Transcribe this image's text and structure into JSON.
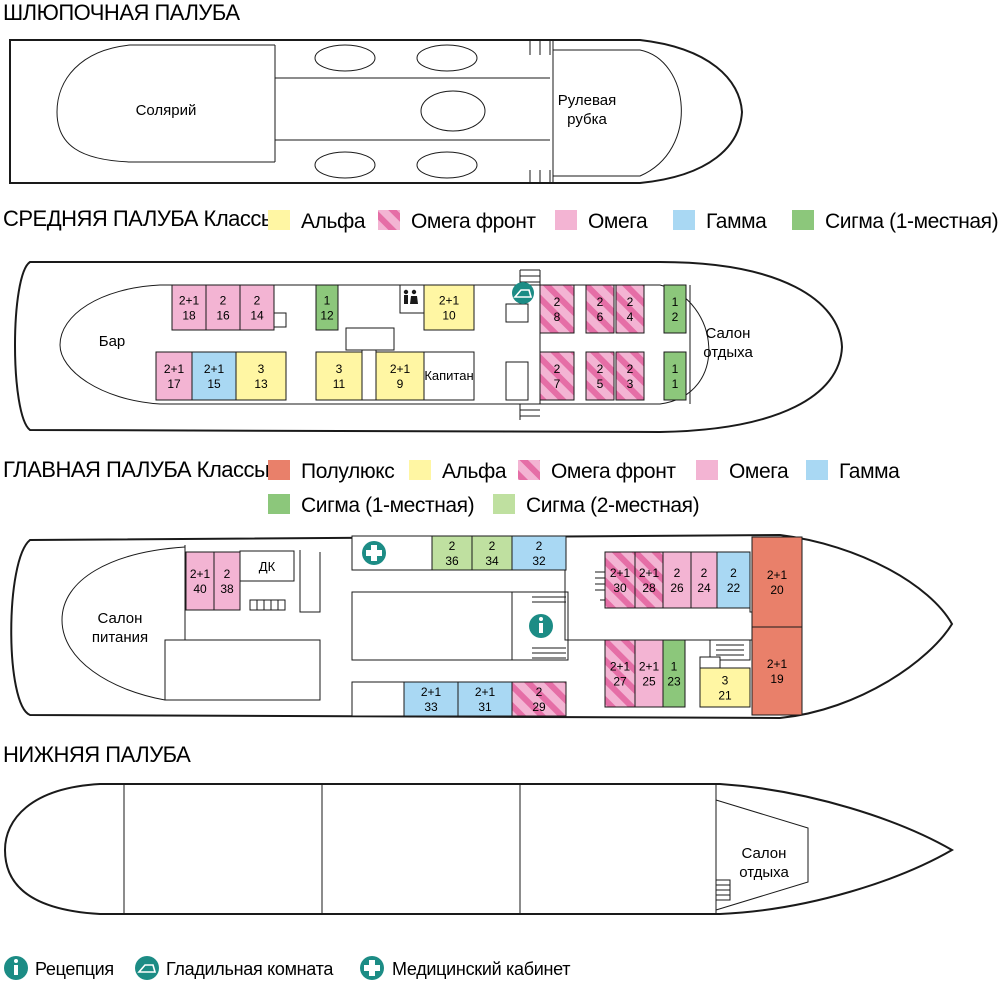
{
  "colors": {
    "alpha": "#fff6a3",
    "omega": "#f3b4d3",
    "omega_front_stripe": "#e56ea6",
    "gamma": "#a9d8f3",
    "sigma1": "#8cc77b",
    "sigma2": "#bfe0a0",
    "polulux": "#e9806a",
    "icon_teal": "#1c8c85"
  },
  "decks": {
    "boat": {
      "title": "ШЛЮПОЧНАЯ ПАЛУБА",
      "solarium": "Солярий",
      "wheel_1": "Рулевая",
      "wheel_2": "рубка"
    },
    "middle": {
      "title": "СРЕДНЯЯ ПАЛУБА Классы:",
      "legend": [
        {
          "cls": "alpha",
          "label": "Альфа"
        },
        {
          "cls": "omega_front",
          "label": "Омега фронт"
        },
        {
          "cls": "omega",
          "label": "Омега"
        },
        {
          "cls": "gamma",
          "label": "Гамма"
        },
        {
          "cls": "sigma1",
          "label": "Сигма (1-местная)"
        }
      ],
      "bar": "Бар",
      "salon_1": "Салон",
      "salon_2": "отдыха",
      "captain": "Капитан",
      "rooms": [
        {
          "cap": "2+1",
          "num": "18",
          "cls": "omega"
        },
        {
          "cap": "2",
          "num": "16",
          "cls": "omega"
        },
        {
          "cap": "2",
          "num": "14",
          "cls": "omega"
        },
        {
          "cap": "1",
          "num": "12",
          "cls": "sigma1"
        },
        {
          "cap": "2+1",
          "num": "10",
          "cls": "alpha"
        },
        {
          "cap": "2",
          "num": "8",
          "cls": "omega_front"
        },
        {
          "cap": "2",
          "num": "6",
          "cls": "omega_front"
        },
        {
          "cap": "2",
          "num": "4",
          "cls": "omega_front"
        },
        {
          "cap": "1",
          "num": "2",
          "cls": "sigma1"
        },
        {
          "cap": "2+1",
          "num": "17",
          "cls": "omega"
        },
        {
          "cap": "2+1",
          "num": "15",
          "cls": "gamma"
        },
        {
          "cap": "3",
          "num": "13",
          "cls": "alpha"
        },
        {
          "cap": "3",
          "num": "11",
          "cls": "alpha"
        },
        {
          "cap": "2+1",
          "num": "9",
          "cls": "alpha"
        },
        {
          "cap": "2",
          "num": "7",
          "cls": "omega_front"
        },
        {
          "cap": "2",
          "num": "5",
          "cls": "omega_front"
        },
        {
          "cap": "2",
          "num": "3",
          "cls": "omega_front"
        },
        {
          "cap": "1",
          "num": "1",
          "cls": "sigma1"
        }
      ]
    },
    "main": {
      "title": "ГЛАВНАЯ ПАЛУБА Классы:",
      "legend_row1": [
        {
          "cls": "polulux",
          "label": "Полулюкс"
        },
        {
          "cls": "alpha",
          "label": "Альфа"
        },
        {
          "cls": "omega_front",
          "label": "Омега фронт"
        },
        {
          "cls": "omega",
          "label": "Омега"
        },
        {
          "cls": "gamma",
          "label": "Гамма"
        }
      ],
      "legend_row2": [
        {
          "cls": "sigma1",
          "label": "Сигма (1-местная)"
        },
        {
          "cls": "sigma2",
          "label": "Сигма (2-местная)"
        }
      ],
      "salon_1": "Салон",
      "salon_2": "питания",
      "dk": "ДК",
      "rooms": [
        {
          "cap": "2+1",
          "num": "40",
          "cls": "omega"
        },
        {
          "cap": "2",
          "num": "38",
          "cls": "omega"
        },
        {
          "cap": "2",
          "num": "36",
          "cls": "sigma2"
        },
        {
          "cap": "2",
          "num": "34",
          "cls": "sigma2"
        },
        {
          "cap": "2",
          "num": "32",
          "cls": "gamma"
        },
        {
          "cap": "2+1",
          "num": "30",
          "cls": "omega_front"
        },
        {
          "cap": "2+1",
          "num": "28",
          "cls": "omega_front"
        },
        {
          "cap": "2",
          "num": "26",
          "cls": "omega"
        },
        {
          "cap": "2",
          "num": "24",
          "cls": "omega"
        },
        {
          "cap": "2",
          "num": "22",
          "cls": "gamma"
        },
        {
          "cap": "2+1",
          "num": "20",
          "cls": "polulux"
        },
        {
          "cap": "2+1",
          "num": "33",
          "cls": "gamma"
        },
        {
          "cap": "2+1",
          "num": "31",
          "cls": "gamma"
        },
        {
          "cap": "2",
          "num": "29",
          "cls": "omega_front"
        },
        {
          "cap": "2+1",
          "num": "27",
          "cls": "omega_front"
        },
        {
          "cap": "2+1",
          "num": "25",
          "cls": "omega"
        },
        {
          "cap": "1",
          "num": "23",
          "cls": "sigma1"
        },
        {
          "cap": "3",
          "num": "21",
          "cls": "alpha"
        },
        {
          "cap": "2+1",
          "num": "19",
          "cls": "polulux"
        }
      ]
    },
    "lower": {
      "title": "НИЖНЯЯ ПАЛУБА",
      "salon_1": "Салон",
      "salon_2": "отдыха"
    }
  },
  "footer": [
    {
      "icon": "info-icon",
      "label": "Рецепция"
    },
    {
      "icon": "iron-icon",
      "label": "Гладильная комната"
    },
    {
      "icon": "medical-cross-icon",
      "label": "Медицинский кабинет"
    }
  ]
}
